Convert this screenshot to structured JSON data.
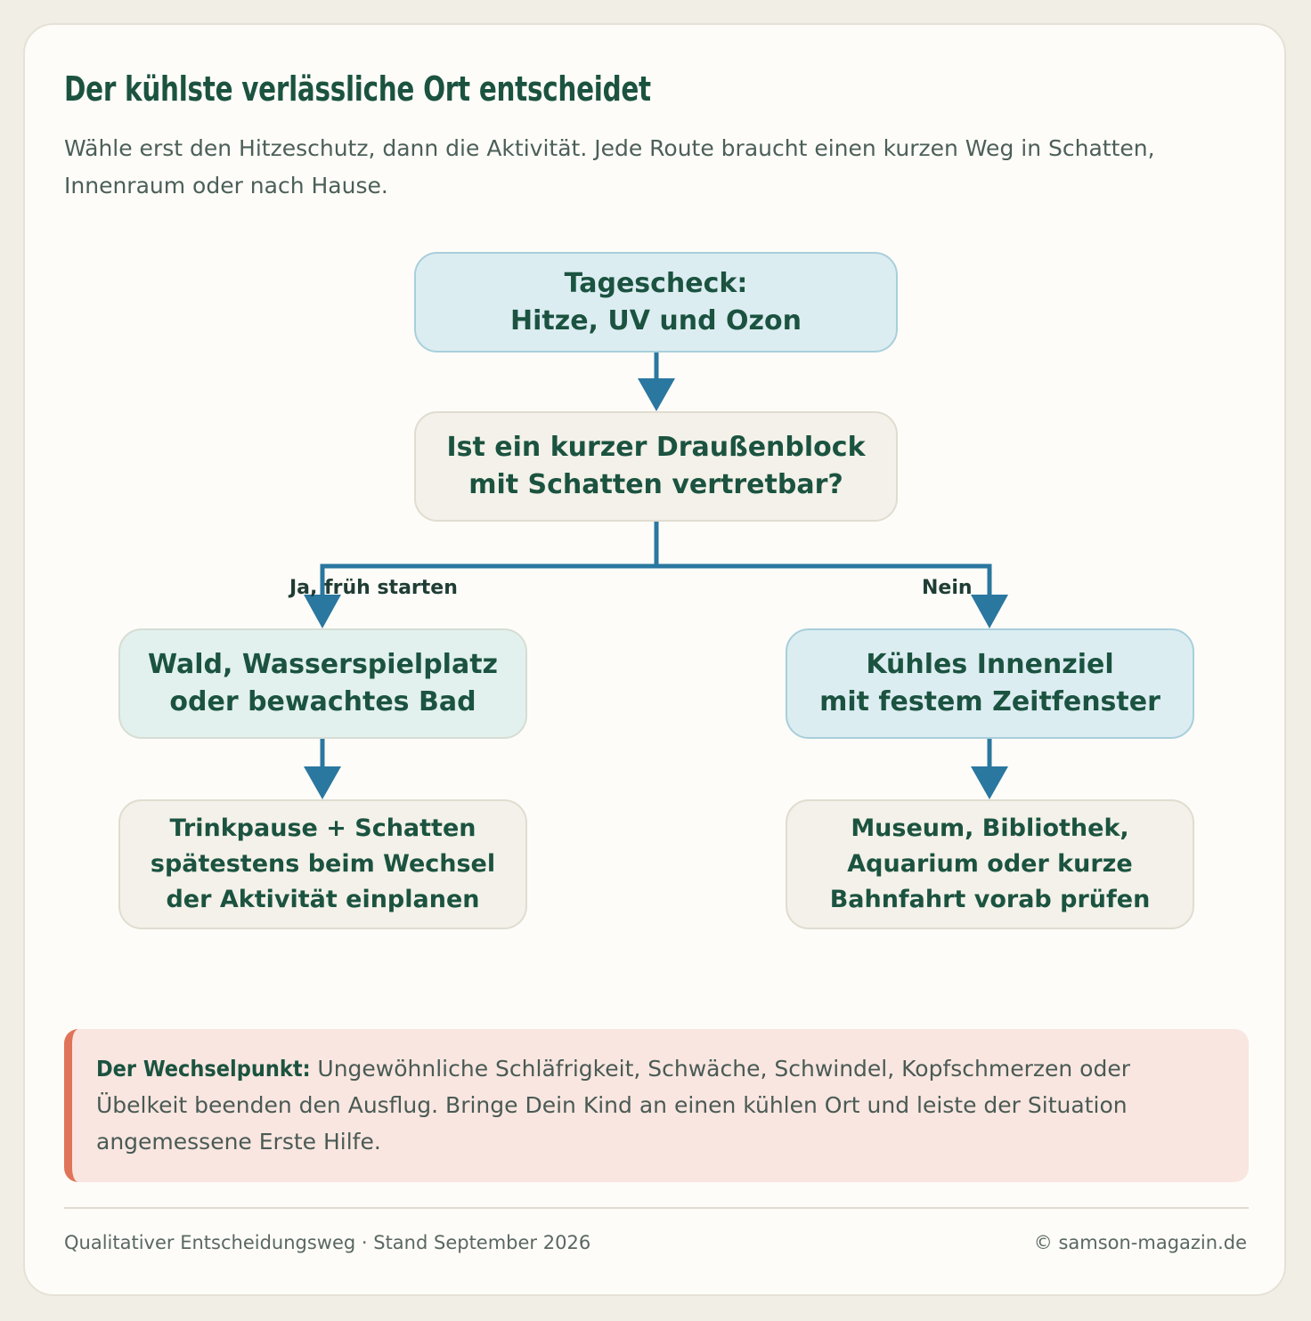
{
  "header": {
    "title": "Der kühlste verlässliche Ort entscheidet",
    "subtitle": "Wähle erst den Hitzeschutz, dann die Aktivität. Jede Route braucht einen kurzen Weg in Schatten, Innenraum oder nach Hause."
  },
  "flowchart": {
    "nodes": {
      "start": "Tagescheck:\nHitze, UV und Ozon",
      "question": "Ist ein kurzer Draußenblock\nmit Schatten vertretbar?",
      "yes_option": "Wald, Wasserspielplatz\noder bewachtes Bad",
      "no_option": "Kühles Innenziel\nmit festem Zeitfenster",
      "yes_detail": "Trinkpause + Schatten\nspätestens beim Wechsel\nder Aktivität einplanen",
      "no_detail": "Museum, Bibliothek,\nAquarium oder kurze\nBahnfahrt vorab prüfen"
    },
    "edges": [
      {
        "from": "start",
        "to": "question",
        "label": ""
      },
      {
        "from": "question",
        "to": "yes_option",
        "label": "Ja, früh starten"
      },
      {
        "from": "question",
        "to": "no_option",
        "label": "Nein"
      },
      {
        "from": "yes_option",
        "to": "yes_detail",
        "label": ""
      },
      {
        "from": "no_option",
        "to": "no_detail",
        "label": ""
      }
    ],
    "colors": {
      "arrow": "#2a77a0",
      "node_blue": "#dcedf1",
      "node_sand": "#f3f1e9",
      "node_mint": "#e2f1ed"
    }
  },
  "callout": {
    "lead": "Der Wechselpunkt:",
    "text": "Ungewöhnliche Schläfrigkeit, Schwäche, Schwindel, Kopfschmerzen oder Übelkeit beenden den Ausflug. Bringe Dein Kind an einen kühlen Ort und leiste der Situation angemessene Erste Hilfe.",
    "accent_color": "#e07459"
  },
  "footer": {
    "note": "Qualitativer Entscheidungsweg · Stand September 2026",
    "credit": "© samson-magazin.de"
  }
}
